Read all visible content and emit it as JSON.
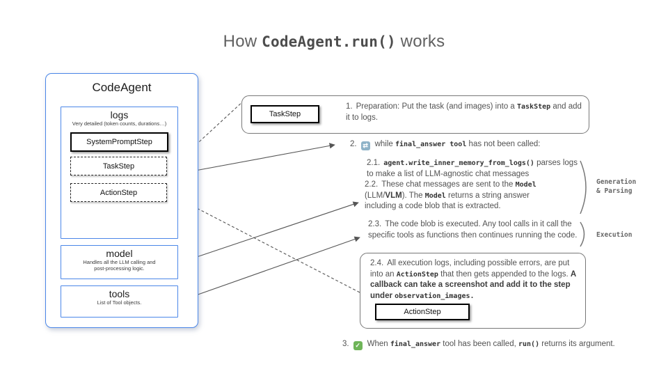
{
  "title": {
    "pre": "How ",
    "code": "CodeAgent.run()",
    "post": " works"
  },
  "colors": {
    "accent_blue": "#4a86e8",
    "box_border_gray": "#777777",
    "body_text": "#525252",
    "loop_icon_bg": "#8fb3c8",
    "check_icon_bg": "#6fb559"
  },
  "icons": {
    "loop": "⇄",
    "check": "✓"
  },
  "agent": {
    "title": "CodeAgent",
    "logs": {
      "title": "logs",
      "subtitle": "Very detailed (token counts, durations…)",
      "items": [
        {
          "label": "SystemPromptStep"
        },
        {
          "label": "TaskStep"
        },
        {
          "label": "ActionStep"
        }
      ]
    },
    "model": {
      "title": "model",
      "subtitle_line1": "Handles all the LLM calling and",
      "subtitle_line2": "post-processing logic."
    },
    "tools": {
      "title": "tools",
      "subtitle": "List of Tool objects."
    }
  },
  "flow": {
    "step1": {
      "chip": "TaskStep",
      "num": "1.",
      "t1": "Preparation: Put the task (and images) into a ",
      "c1": "TaskStep",
      "t2": " and add it to logs."
    },
    "step2": {
      "num": "2.",
      "t1": "while ",
      "c1": "final_answer tool",
      "t2": " has not been called:"
    },
    "step21": {
      "num": "2.1.",
      "c1": "agent.write_inner_memory_from_logs()",
      "t1": " parses logs to make a list of LLM-agnostic chat messages"
    },
    "step22": {
      "num": "2.2.",
      "t1": "These chat messages are sent to the ",
      "c1": "Model",
      "t2": " (LLM/",
      "b1": "VLM",
      "t3": "). The ",
      "c2": "Model",
      "t4": " returns a string answer including a code blob that is extracted."
    },
    "step23": {
      "num": "2.3.",
      "t1": "The code blob is executed. Any tool calls in it call the specific tools as functions then continues running the code."
    },
    "step24": {
      "num": "2.4.",
      "t1": "All execution logs, including possible errors, are put into an ",
      "c1": "ActionStep",
      "t2": " that then gets appended to the logs. ",
      "b1": "A callback can take a screenshot and add it to the step under ",
      "cb1": "observation_images.",
      "chip": "ActionStep"
    },
    "step3": {
      "num": "3.",
      "t1": "When ",
      "c1": "final_answer",
      "t2": " tool has been called, ",
      "c2": "run()",
      "t3": " returns its argument."
    },
    "labels": {
      "generation_line1": "Generation",
      "generation_line2": "& Parsing",
      "execution": "Execution"
    }
  }
}
